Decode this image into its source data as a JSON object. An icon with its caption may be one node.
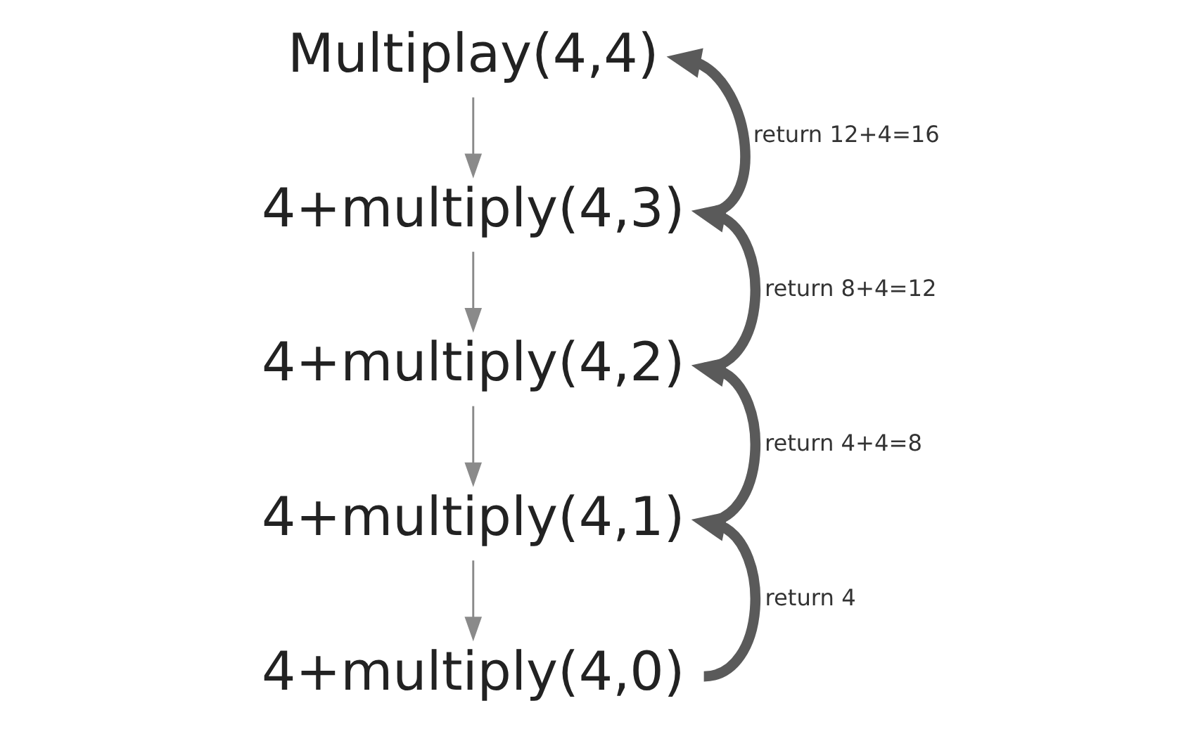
{
  "diagram": {
    "nodes": [
      {
        "text": [
          "Multiplay(4,4)"
        ]
      },
      {
        "text": [
          "4+multiply(4,3)"
        ]
      },
      {
        "text": [
          "4+multiply(4,2)"
        ]
      },
      {
        "text": [
          "4+multiply(4,1)"
        ]
      },
      {
        "text": [
          "4+multiply(4,0)"
        ]
      }
    ],
    "edges": [
      {
        "from": 0,
        "to": 1,
        "arrow": "to",
        "color": "#8a8a8a"
      },
      {
        "from": 1,
        "to": 0,
        "arrow": "to",
        "style": "thick",
        "color": "#5a5a5a",
        "label": "return 12+4=16"
      },
      {
        "from": 1,
        "to": 2,
        "arrow": "to",
        "color": "#8a8a8a"
      },
      {
        "from": 2,
        "to": 1,
        "arrow": "to",
        "style": "thick",
        "color": "#5a5a5a",
        "label": "return 8+4=12"
      },
      {
        "from": 2,
        "to": 3,
        "arrow": "to",
        "color": "#8a8a8a"
      },
      {
        "from": 3,
        "to": 2,
        "arrow": "to",
        "style": "thick",
        "color": "#5a5a5a",
        "label": "return 4+4=8"
      },
      {
        "from": 3,
        "to": 4,
        "arrow": "to",
        "color": "#8a8a8a"
      },
      {
        "from": 4,
        "to": 3,
        "arrow": "to",
        "style": "thick",
        "color": "#5a5a5a",
        "label": "return 4"
      }
    ]
  }
}
